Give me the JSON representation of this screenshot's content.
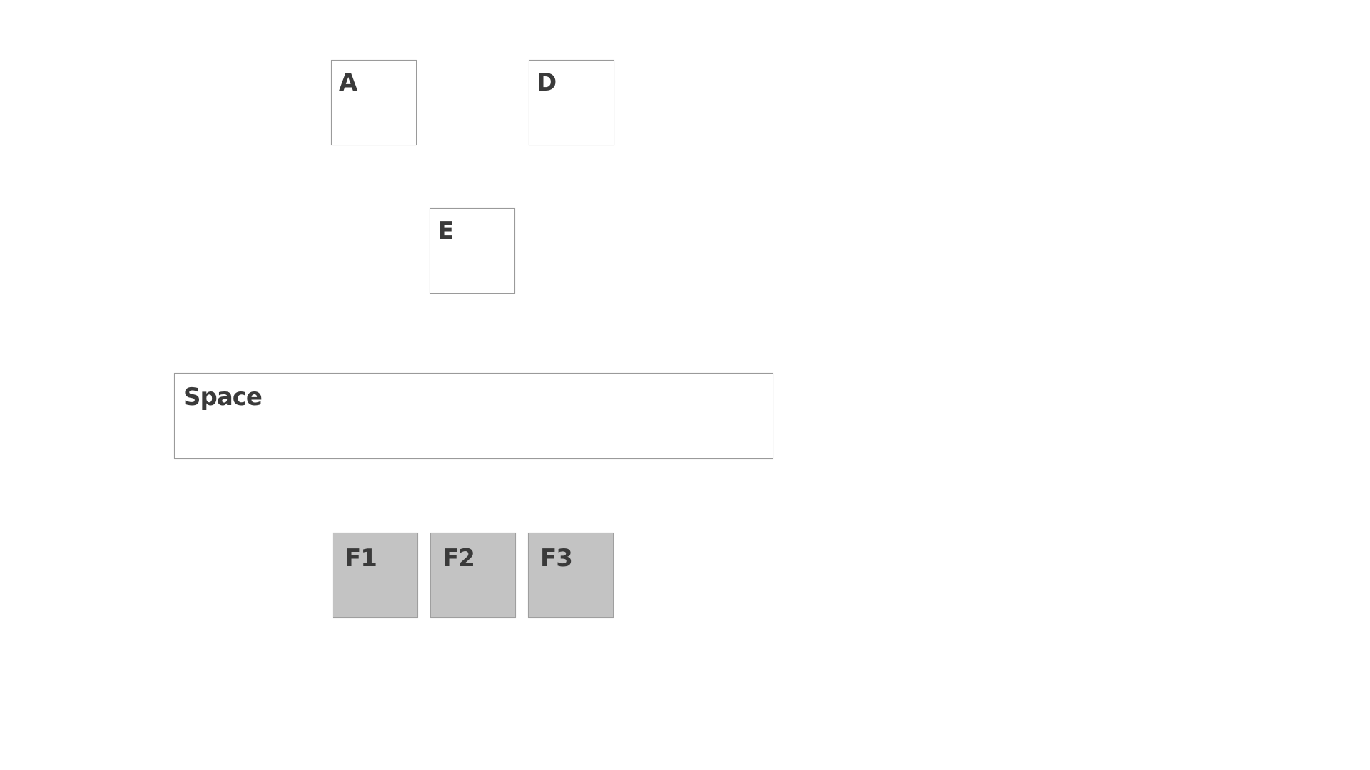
{
  "keys": {
    "a": {
      "label": "A"
    },
    "d": {
      "label": "D"
    },
    "e": {
      "label": "E"
    },
    "space": {
      "label": "Space"
    },
    "f1": {
      "label": "F1"
    },
    "f2": {
      "label": "F2"
    },
    "f3": {
      "label": "F3"
    }
  },
  "colors": {
    "background": "#ffffff",
    "key_face": "#ffffff",
    "function_key_face": "#c3c3c3",
    "key_border": "#9a9a9a",
    "label_text": "#3a3a3a"
  }
}
